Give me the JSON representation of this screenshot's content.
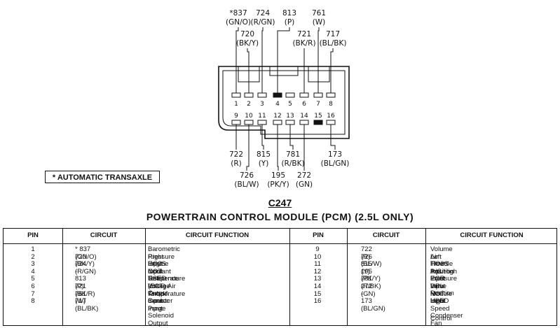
{
  "connector": {
    "id": "C247",
    "title": "POWERTRAIN CONTROL MODULE (PCM)",
    "qualifier": "(2.5L  ONLY)",
    "note": "* AUTOMATIC TRANSAXLE",
    "top_pins": [
      "1",
      "2",
      "3",
      "4",
      "5",
      "6",
      "7",
      "8"
    ],
    "bottom_pins": [
      "9",
      "10",
      "11",
      "12",
      "13",
      "14",
      "15",
      "16"
    ],
    "top_labels": [
      {
        "circuit": "*837",
        "color": "(GN/O)"
      },
      {
        "circuit": "720",
        "color": "(BK/Y)"
      },
      {
        "circuit": "724",
        "color": "(R/GN)"
      },
      {
        "circuit": "813",
        "color": "(P)"
      },
      {
        "circuit": "721",
        "color": "(BK/R)"
      },
      {
        "circuit": "761",
        "color": "(W)"
      },
      {
        "circuit": "717",
        "color": "(BL/BK)"
      }
    ],
    "bottom_labels": [
      {
        "circuit": "722",
        "color": "(R)"
      },
      {
        "circuit": "726",
        "color": "(BL/W)"
      },
      {
        "circuit": "815",
        "color": "(Y)"
      },
      {
        "circuit": "195",
        "color": "(PK/Y)"
      },
      {
        "circuit": "781",
        "color": "(R/BK)"
      },
      {
        "circuit": "272",
        "color": "(GN)"
      },
      {
        "circuit": "173",
        "color": "(BL/GN)"
      }
    ]
  },
  "table": {
    "headers": [
      "PIN",
      "CIRCUIT",
      "CIRCUIT FUNCTION",
      "PIN",
      "CIRCUIT",
      "CIRCUIT FUNCTION"
    ],
    "left": [
      {
        "pin": "1",
        "circuit": "* 837  (GN/O)",
        "function": "Barometric Pressure Input"
      },
      {
        "pin": "2",
        "circuit": "720  (BK/Y)",
        "function": "Right HO2S Input"
      },
      {
        "pin": "3",
        "circuit": "724  (R/GN)",
        "function": "Engine Coolant Temperature (ECT)"
      },
      {
        "pin": "4",
        "circuit": "-",
        "function": "NOT  USED"
      },
      {
        "pin": "5",
        "circuit": "813  (P)",
        "function": "Reference Voltage Output"
      },
      {
        "pin": "6",
        "circuit": "721  (BK/R)",
        "function": "Intake Air Temperature Input"
      },
      {
        "pin": "7",
        "circuit": "761  (W)",
        "function": "Knock Sensor Input"
      },
      {
        "pin": "8",
        "circuit": "717  (BL/BK)",
        "function": "Canister Purge Solenoid Output"
      }
    ],
    "right": [
      {
        "pin": "9",
        "circuit": "722  (R)",
        "function": "Volume Air Flow Input"
      },
      {
        "pin": "10",
        "circuit": "726  (BL/W)",
        "function": "Left HO2S Input"
      },
      {
        "pin": "11",
        "circuit": "815  (Y)",
        "function": "Throttle Position Input"
      },
      {
        "pin": "12",
        "circuit": "195  (PK/Y)",
        "function": "A/C High Pressure Input"
      },
      {
        "pin": "13",
        "circuit": "781  (R/BK)",
        "function": "EGR Valve Position Input"
      },
      {
        "pin": "14",
        "circuit": "272  (GN)",
        "function": "DRL Module Input"
      },
      {
        "pin": "15",
        "circuit": "-",
        "function": "NOT  USED"
      },
      {
        "pin": "16",
        "circuit": "173  (BL/GN)",
        "function": "High Speed Condenser Fan"
      }
    ],
    "continuation": "Control"
  }
}
